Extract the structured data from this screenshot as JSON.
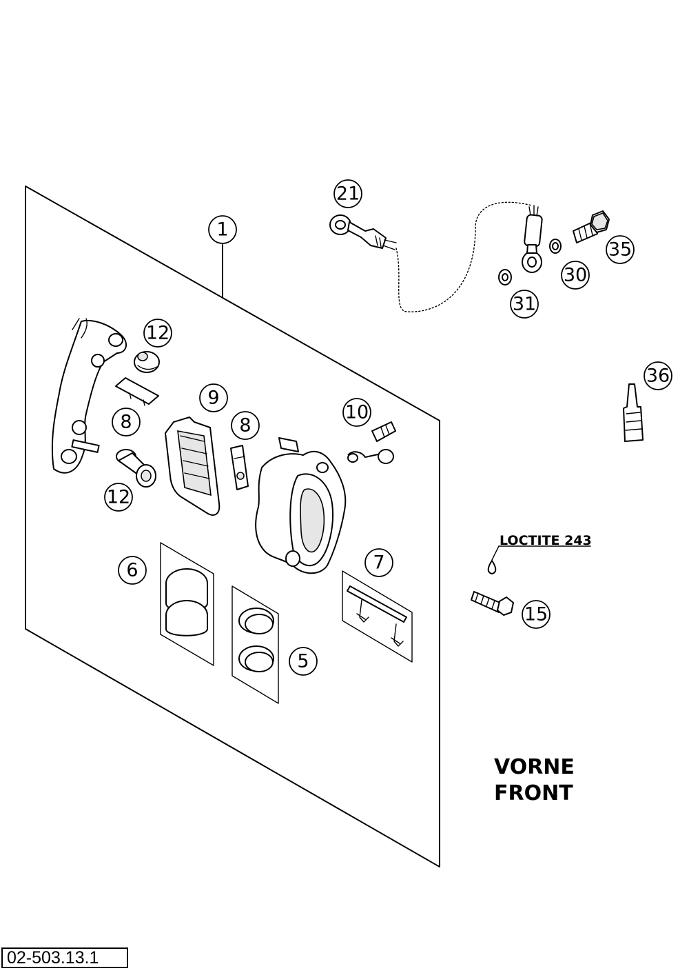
{
  "diagram": {
    "callouts": [
      {
        "id": "c1",
        "label": "1"
      },
      {
        "id": "c21",
        "label": "21"
      },
      {
        "id": "c35",
        "label": "35"
      },
      {
        "id": "c30",
        "label": "30"
      },
      {
        "id": "c31",
        "label": "31"
      },
      {
        "id": "c12a",
        "label": "12"
      },
      {
        "id": "c12b",
        "label": "12"
      },
      {
        "id": "c8a",
        "label": "8"
      },
      {
        "id": "c8b",
        "label": "8"
      },
      {
        "id": "c9",
        "label": "9"
      },
      {
        "id": "c10",
        "label": "10"
      },
      {
        "id": "c36",
        "label": "36"
      },
      {
        "id": "c6",
        "label": "6"
      },
      {
        "id": "c7",
        "label": "7"
      },
      {
        "id": "c5",
        "label": "5"
      },
      {
        "id": "c15",
        "label": "15"
      }
    ],
    "loctite_label": "LOCTITE 243",
    "title_line1": "VORNE",
    "title_line2": "FRONT",
    "reference_number": "02-503.13.1"
  }
}
